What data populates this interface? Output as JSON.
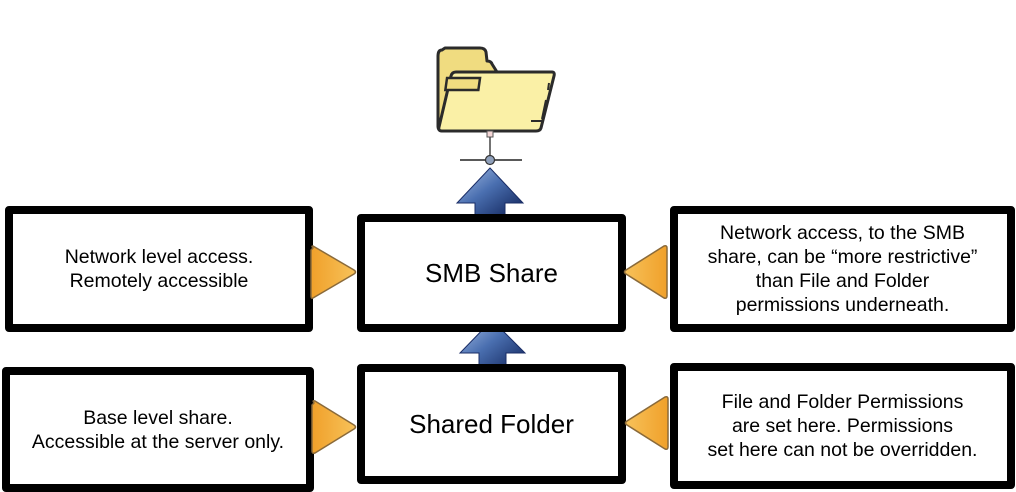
{
  "diagram": {
    "layers": [
      {
        "id": "smb-share",
        "label": "SMB Share",
        "left_note": "Network level access.\nRemotely accessible",
        "right_note": "Network access, to the SMB\nshare, can be “more restrictive”\nthan File and Folder\npermissions underneath."
      },
      {
        "id": "shared-folder",
        "label": "Shared Folder",
        "left_note": "Base level share.\nAccessible at the server only.",
        "right_note": "File and Folder Permissions\nare set here.  Permissions\nset here can not be overridden."
      }
    ],
    "top_icon": "network-shared-folder-icon",
    "colors": {
      "box_border": "#000000",
      "box_fill": "#ffffff",
      "pointer_arrow": "#f0a832",
      "up_arrow": "#1f3a78",
      "folder_fill": "#f8ec9c"
    }
  }
}
